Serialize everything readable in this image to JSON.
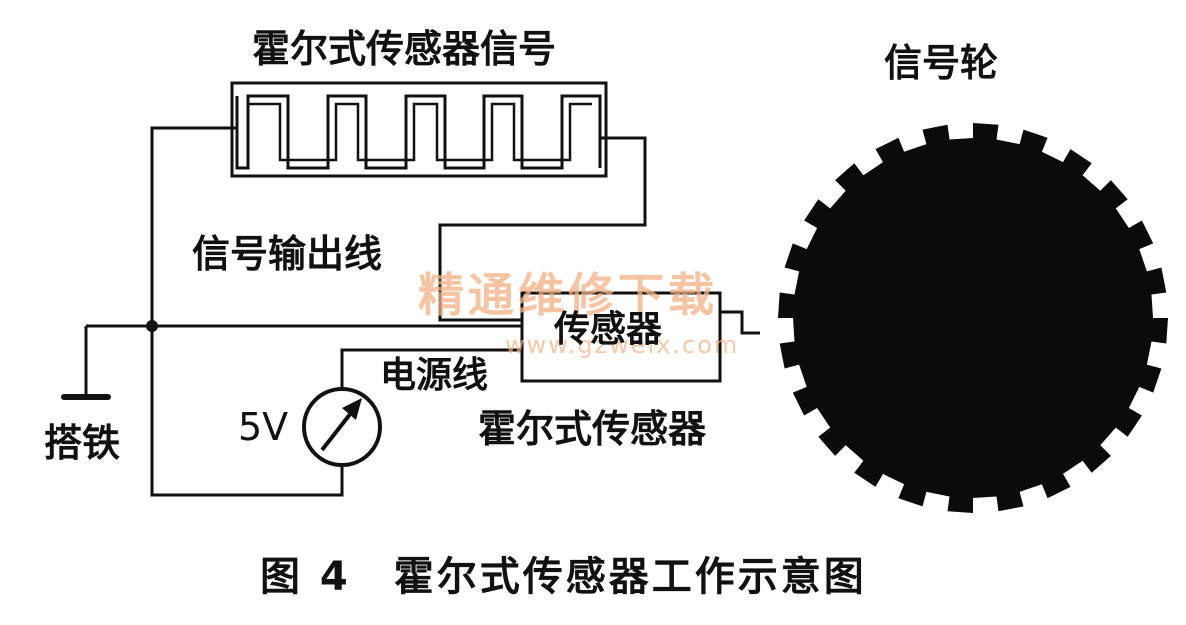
{
  "labels": {
    "signal_title": "霍尔式传感器信号",
    "wheel_title": "信号轮",
    "output_line": "信号输出线",
    "sensor_box": "传感器",
    "power_line": "电源线",
    "hall_sensor": "霍尔式传感器",
    "voltage": "5V",
    "ground": "搭铁"
  },
  "caption": "图 4　霍尔式传感器工作示意图",
  "watermark": {
    "text": "精通维修下载",
    "url": "www.gzweix.com",
    "color": "#f4b183"
  },
  "colors": {
    "ink": "#111111",
    "wheel": "#0b0b0b"
  },
  "gear": {
    "teeth": 24
  }
}
